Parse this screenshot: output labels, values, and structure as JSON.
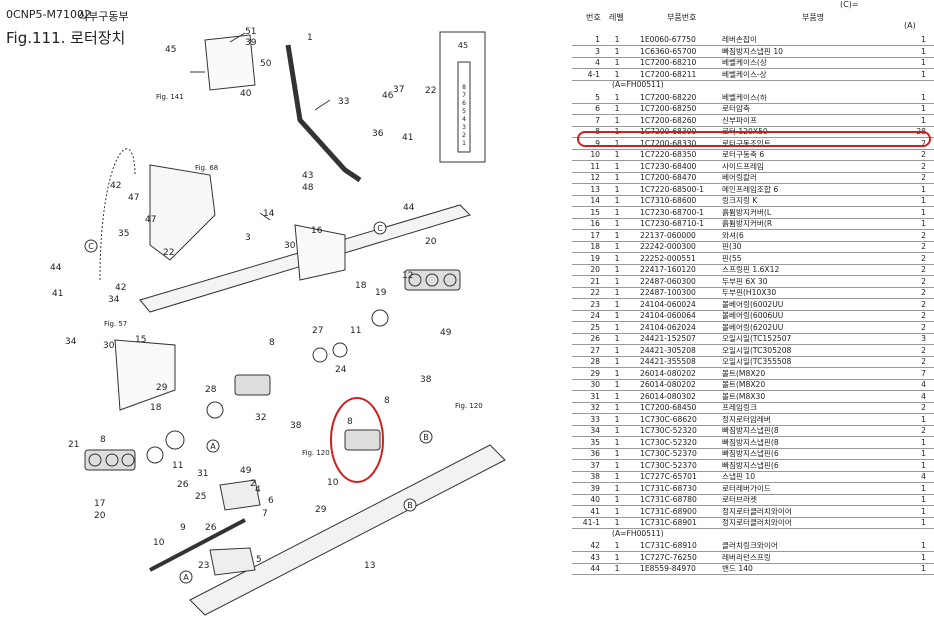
{
  "header": {
    "code": "0CNP5-M71002",
    "korean": "식부구동부",
    "title": "Fig.111.  로터장치"
  },
  "diagram": {
    "callouts": [
      "1",
      "2",
      "3",
      "4",
      "5",
      "6",
      "7",
      "8",
      "9",
      "10",
      "11",
      "12",
      "13",
      "14",
      "15",
      "16",
      "17",
      "18",
      "19",
      "20",
      "21",
      "22",
      "23",
      "24",
      "25",
      "26",
      "27",
      "28",
      "29",
      "30",
      "31",
      "32",
      "33",
      "34",
      "35",
      "36",
      "37",
      "38",
      "39",
      "40",
      "41",
      "42",
      "43",
      "44",
      "45",
      "46",
      "47",
      "48",
      "49",
      "50",
      "51"
    ],
    "fig_refs": [
      "Fig. 141",
      "Fig. 68",
      "Fig. 57",
      "Fig. 120",
      "Fig. 120"
    ],
    "circle_letters": [
      "C",
      "C",
      "A",
      "A",
      "B",
      "B"
    ],
    "inset_digits": [
      "1",
      "2",
      "3",
      "4",
      "5",
      "6",
      "7",
      "8"
    ]
  },
  "table": {
    "top_marker": "(C)=",
    "col_a": "(A)",
    "headers": {
      "no": "번호",
      "level": "레벨",
      "part_no": "부품번호",
      "name": "부품명"
    },
    "rows": [
      {
        "no": "1",
        "level": "1",
        "part": "1E0060-67750",
        "name": "레버손잡이",
        "qty": "1"
      },
      {
        "no": "3",
        "level": "1",
        "part": "1C6360-65700",
        "name": "빠짐방지스냅핀 10",
        "qty": "1"
      },
      {
        "no": "4",
        "level": "1",
        "part": "1C7200-68210",
        "name": "베벨케이스(상",
        "qty": "1"
      },
      {
        "no": "4-1",
        "level": "1",
        "part": "1C7200-68211",
        "name": "베벨케이스-상",
        "qty": "1"
      },
      {
        "note": "(A=FH00511)"
      },
      {
        "no": "5",
        "level": "1",
        "part": "1C7200-68220",
        "name": "베벨케이스(하",
        "qty": "1"
      },
      {
        "no": "6",
        "level": "1",
        "part": "1C7200-68250",
        "name": "로터암축",
        "qty": "1"
      },
      {
        "no": "7",
        "level": "1",
        "part": "1C7200-68260",
        "name": "신부파이프",
        "qty": "1"
      },
      {
        "no": "8",
        "level": "1",
        "part": "1C7200-68300",
        "name": "로터 120X50",
        "qty": "28"
      },
      {
        "no": "9",
        "level": "1",
        "part": "1C7200-68330",
        "name": "로터구동조인트",
        "qty": "2"
      },
      {
        "no": "10",
        "level": "1",
        "part": "1C7220-68350",
        "name": "로터구동축 6",
        "qty": "2"
      },
      {
        "no": "11",
        "level": "1",
        "part": "1C7230-68400",
        "name": "사이드프레임",
        "qty": "2"
      },
      {
        "no": "12",
        "level": "1",
        "part": "1C7200-68470",
        "name": "베어링칼러",
        "qty": "2"
      },
      {
        "no": "13",
        "level": "1",
        "part": "1C7220-68500-1",
        "name": "메인프레임조합 6",
        "qty": "1"
      },
      {
        "no": "14",
        "level": "1",
        "part": "1C7310-68600",
        "name": "링크지링 K",
        "qty": "1"
      },
      {
        "no": "15",
        "level": "1",
        "part": "1C7230-68700-1",
        "name": "흙튐방지커버(L",
        "qty": "1"
      },
      {
        "no": "16",
        "level": "1",
        "part": "1C7230-68710-1",
        "name": "흙튐방지커버(R",
        "qty": "1"
      },
      {
        "no": "17",
        "level": "1",
        "part": "22137-060000",
        "name": "와셔(6",
        "qty": "2"
      },
      {
        "no": "18",
        "level": "1",
        "part": "22242-000300",
        "name": "핀(30",
        "qty": "2"
      },
      {
        "no": "19",
        "level": "1",
        "part": "22252-000551",
        "name": "핀(55",
        "qty": "2"
      },
      {
        "no": "20",
        "level": "1",
        "part": "22417-160120",
        "name": "스프링핀 1.6X12",
        "qty": "2"
      },
      {
        "no": "21",
        "level": "1",
        "part": "22487-060300",
        "name": "두부핀 6X 30",
        "qty": "2"
      },
      {
        "no": "22",
        "level": "1",
        "part": "22487-100300",
        "name": "두부핀(H10X30",
        "qty": "2"
      },
      {
        "no": "23",
        "level": "1",
        "part": "24104-060024",
        "name": "볼베어링(6002UU",
        "qty": "2"
      },
      {
        "no": "24",
        "level": "1",
        "part": "24104-060064",
        "name": "볼베어링(6006UU",
        "qty": "2"
      },
      {
        "no": "25",
        "level": "1",
        "part": "24104-062024",
        "name": "볼베어링(6202UU",
        "qty": "2"
      },
      {
        "no": "26",
        "level": "1",
        "part": "24421-152507",
        "name": "오일시일(TC152507",
        "qty": "3"
      },
      {
        "no": "27",
        "level": "1",
        "part": "24421-305208",
        "name": "오일시일(TC305208",
        "qty": "2"
      },
      {
        "no": "28",
        "level": "1",
        "part": "24421-355508",
        "name": "오일시일(TC355508",
        "qty": "2"
      },
      {
        "no": "29",
        "level": "1",
        "part": "26014-080202",
        "name": "볼트(M8X20",
        "qty": "7"
      },
      {
        "no": "30",
        "level": "1",
        "part": "26014-080202",
        "name": "볼트(M8X20",
        "qty": "4"
      },
      {
        "no": "31",
        "level": "1",
        "part": "26014-080302",
        "name": "볼트(M8X30",
        "qty": "4"
      },
      {
        "no": "32",
        "level": "1",
        "part": "1C7200-68450",
        "name": "프레임링크",
        "qty": "2"
      },
      {
        "no": "33",
        "level": "1",
        "part": "1C730C-68620",
        "name": "정지로터암레버",
        "qty": "1"
      },
      {
        "no": "34",
        "level": "1",
        "part": "1C730C-52320",
        "name": "빠짐방지스냅핀(8",
        "qty": "2"
      },
      {
        "no": "35",
        "level": "1",
        "part": "1C730C-52320",
        "name": "빠짐방지스냅핀(8",
        "qty": "1"
      },
      {
        "no": "36",
        "level": "1",
        "part": "1C730C-52370",
        "name": "빠짐방지스냅핀(6",
        "qty": "1"
      },
      {
        "no": "37",
        "level": "1",
        "part": "1C730C-52370",
        "name": "빠짐방지스냅핀(6",
        "qty": "1"
      },
      {
        "no": "38",
        "level": "1",
        "part": "1C727C-65701",
        "name": "스냅핀 10",
        "qty": "4"
      },
      {
        "no": "39",
        "level": "1",
        "part": "1C731C-68730",
        "name": "로터레버가이드",
        "qty": "1"
      },
      {
        "no": "40",
        "level": "1",
        "part": "1C731C-68780",
        "name": "로터브라켓",
        "qty": "1"
      },
      {
        "no": "41",
        "level": "1",
        "part": "1C731C-68900",
        "name": "정지로터클러치와이어",
        "qty": "1"
      },
      {
        "no": "41-1",
        "level": "1",
        "part": "1C731C-68901",
        "name": "정지로터클러치와이어",
        "qty": "1"
      },
      {
        "note": "(A=FH00511)"
      },
      {
        "no": "42",
        "level": "1",
        "part": "1C731C-68910",
        "name": "클러치링크와이어",
        "qty": "1"
      },
      {
        "no": "43",
        "level": "1",
        "part": "1C727C-76250",
        "name": "레버리턴스프링",
        "qty": "1"
      },
      {
        "no": "44",
        "level": "1",
        "part": "1E8559-84970",
        "name": "밴드 140",
        "qty": "1"
      }
    ]
  }
}
